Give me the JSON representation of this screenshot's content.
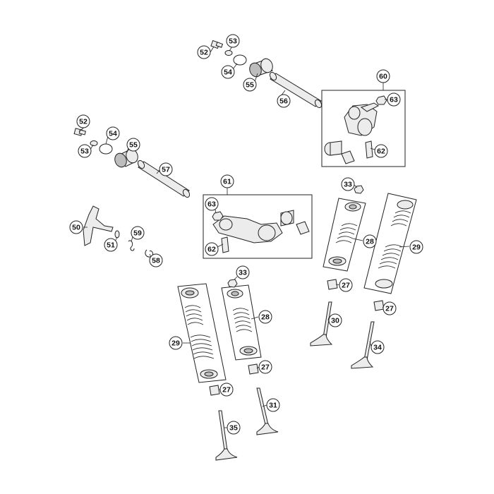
{
  "callouts": [
    {
      "id": "c52a",
      "label": "52"
    },
    {
      "id": "c53a",
      "label": "53"
    },
    {
      "id": "c54a",
      "label": "54"
    },
    {
      "id": "c55a",
      "label": "55"
    },
    {
      "id": "c56",
      "label": "56"
    },
    {
      "id": "c60",
      "label": "60"
    },
    {
      "id": "c63a",
      "label": "63"
    },
    {
      "id": "c62a",
      "label": "62"
    },
    {
      "id": "c52b",
      "label": "52"
    },
    {
      "id": "c54b",
      "label": "54"
    },
    {
      "id": "c53b",
      "label": "53"
    },
    {
      "id": "c55b",
      "label": "55"
    },
    {
      "id": "c57",
      "label": "57"
    },
    {
      "id": "c61",
      "label": "61"
    },
    {
      "id": "c63b",
      "label": "63"
    },
    {
      "id": "c62b",
      "label": "62"
    },
    {
      "id": "c50",
      "label": "50"
    },
    {
      "id": "c51",
      "label": "51"
    },
    {
      "id": "c59",
      "label": "59"
    },
    {
      "id": "c58",
      "label": "58"
    },
    {
      "id": "c33a",
      "label": "33"
    },
    {
      "id": "c28a",
      "label": "28"
    },
    {
      "id": "c29a",
      "label": "29"
    },
    {
      "id": "c27a",
      "label": "27"
    },
    {
      "id": "c27b",
      "label": "27"
    },
    {
      "id": "c30",
      "label": "30"
    },
    {
      "id": "c34",
      "label": "34"
    },
    {
      "id": "c33b",
      "label": "33"
    },
    {
      "id": "c28b",
      "label": "28"
    },
    {
      "id": "c29b",
      "label": "29"
    },
    {
      "id": "c27c",
      "label": "27"
    },
    {
      "id": "c27d",
      "label": "27"
    },
    {
      "id": "c31",
      "label": "31"
    },
    {
      "id": "c35",
      "label": "35"
    }
  ]
}
